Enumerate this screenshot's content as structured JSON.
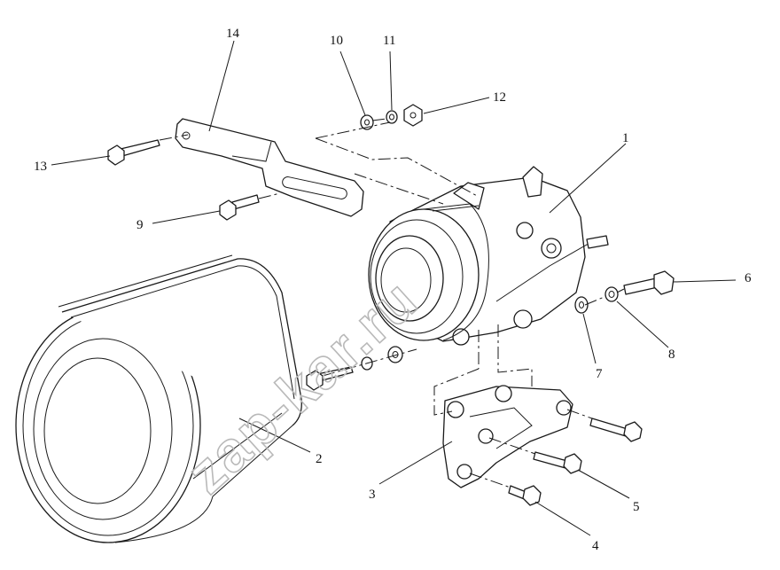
{
  "watermark": "zap-kar.ru",
  "callouts": [
    {
      "id": "1",
      "label": "1"
    },
    {
      "id": "2",
      "label": "2"
    },
    {
      "id": "3",
      "label": "3"
    },
    {
      "id": "4",
      "label": "4"
    },
    {
      "id": "5",
      "label": "5"
    },
    {
      "id": "6",
      "label": "6"
    },
    {
      "id": "7",
      "label": "7"
    },
    {
      "id": "8",
      "label": "8"
    },
    {
      "id": "9",
      "label": "9"
    },
    {
      "id": "10",
      "label": "10"
    },
    {
      "id": "11",
      "label": "11"
    },
    {
      "id": "12",
      "label": "12"
    },
    {
      "id": "13",
      "label": "13"
    },
    {
      "id": "14",
      "label": "14"
    }
  ]
}
